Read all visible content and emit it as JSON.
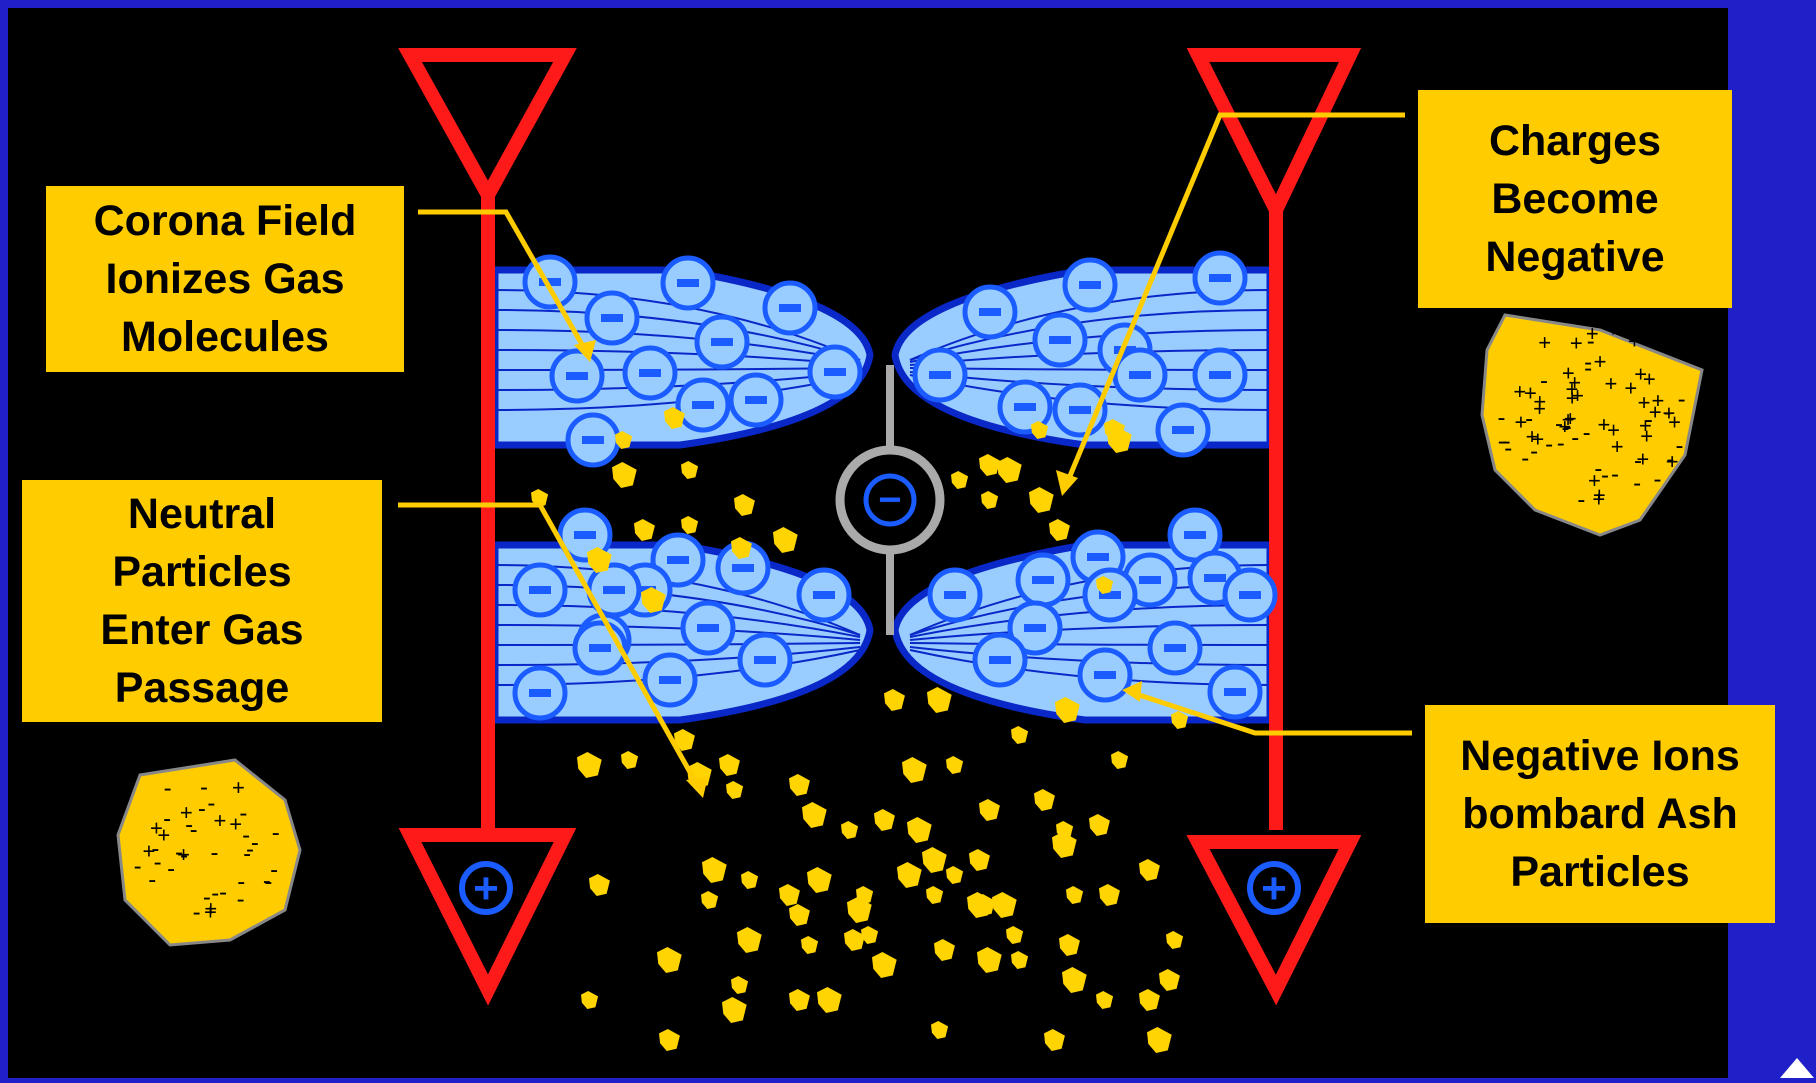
{
  "labels": {
    "corona": [
      "Corona Field",
      "Ionizes Gas",
      "Molecules"
    ],
    "neutral": [
      "Neutral",
      "Particles",
      "Enter Gas",
      "Passage"
    ],
    "charges": [
      "Charges",
      "Become",
      "Negative"
    ],
    "negative_ions": [
      "Negative Ions",
      "bombard Ash",
      "Particles"
    ]
  },
  "symbols": {
    "negative": "−",
    "positive": "+"
  },
  "colors": {
    "background": "#000000",
    "border": "#2020c8",
    "electrode": "#ff1a1a",
    "label_fill": "#ffcc00",
    "ion_cloud": "#99ccff",
    "ion_ring": "#1a5cff",
    "particle": "#ffd400",
    "wire": "#aaaaaa"
  }
}
